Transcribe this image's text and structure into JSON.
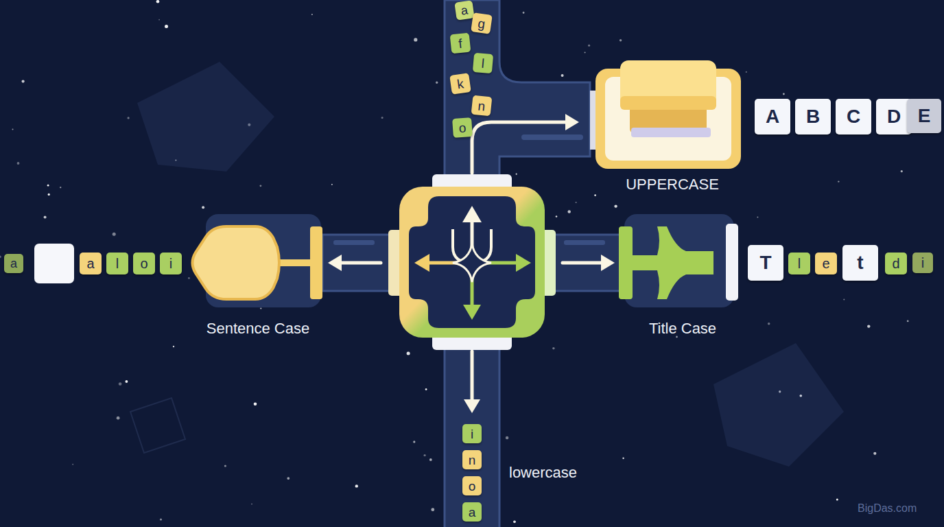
{
  "diagram": {
    "nodes": [
      {
        "text": [
          "UPPERCASE"
        ]
      },
      {
        "text": [
          "Sentence Case"
        ]
      },
      {
        "text": [
          "Title Case"
        ]
      }
    ],
    "labels": [
      "a",
      "g",
      "f",
      "l",
      "k",
      "n",
      "o",
      "A",
      "B",
      "C",
      "D",
      "E",
      "a",
      "a",
      "l",
      "o",
      "i",
      "T",
      "l",
      "e",
      "t",
      "d",
      "i",
      "i",
      "n",
      "o",
      "a",
      "lowercase",
      "BigDas.com"
    ]
  }
}
